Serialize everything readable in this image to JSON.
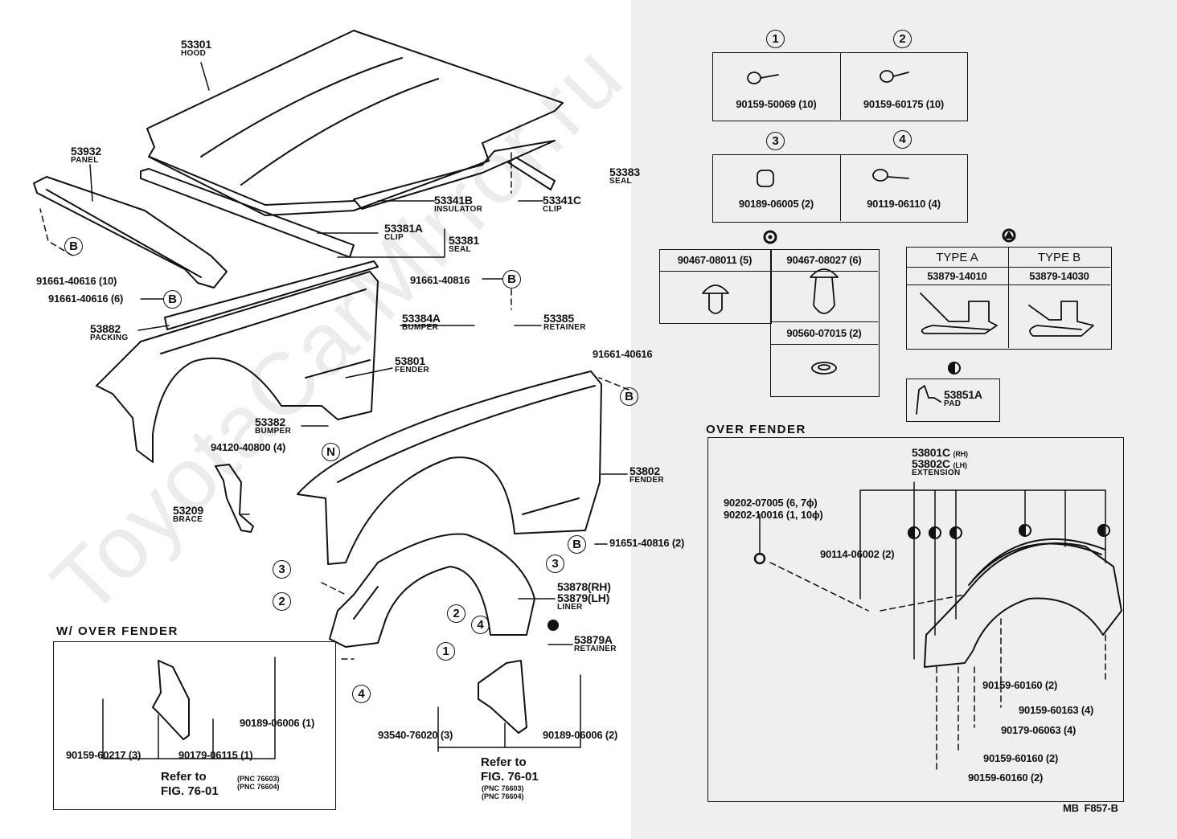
{
  "watermark": "ToyotaCarMirror.ru",
  "main": {
    "callouts": [
      {
        "part": "53301",
        "name": "HOOD"
      },
      {
        "part": "53932",
        "name": "PANEL"
      },
      {
        "part": "53341B",
        "name": "INSULATOR"
      },
      {
        "part": "53341C",
        "name": "CLIP"
      },
      {
        "part": "53383",
        "name": "SEAL"
      },
      {
        "part": "53381A",
        "name": "CLIP"
      },
      {
        "part": "53381",
        "name": "SEAL"
      },
      {
        "part": "53384A",
        "name": "BUMPER"
      },
      {
        "part": "53385",
        "name": "RETAINER"
      },
      {
        "part": "53882",
        "name": "PACKING"
      },
      {
        "part": "53801",
        "name": "FENDER"
      },
      {
        "part": "53382",
        "name": "BUMPER"
      },
      {
        "part": "53802",
        "name": "FENDER"
      },
      {
        "part": "53209",
        "name": "BRACE"
      },
      {
        "part": "53878(RH)",
        "part2": "53879(LH)",
        "name": "LINER"
      },
      {
        "part": "53879A",
        "name": "RETAINER"
      }
    ],
    "part_numbers": [
      "91661-40616 (10)",
      "91661-40616 (6)",
      "91661-40816",
      "91661-40616",
      "94120-40800 (4)",
      "91651-40816 (2)",
      "93540-76020 (3)",
      "90189-06006 (2)"
    ],
    "markers": [
      "B",
      "N",
      "1",
      "2",
      "3",
      "4"
    ],
    "refer": {
      "line1": "Refer to",
      "line2": "FIG. 76-01",
      "pnc1": "(PNC 76603)",
      "pnc2": "(PNC 76604)"
    }
  },
  "w_over_fender": {
    "title": "W/ OVER FENDER",
    "parts": [
      "90159-60217 (3)",
      "90179-06115 (1)",
      "90189-06006 (1)"
    ],
    "refer": {
      "line1": "Refer to",
      "line2": "FIG. 76-01",
      "pnc1": "(PNC 76603)",
      "pnc2": "(PNC 76604)"
    }
  },
  "fastener_boxes": {
    "screws": [
      {
        "marker": "1",
        "part": "90159-50069 (10)"
      },
      {
        "marker": "2",
        "part": "90159-60175 (10)"
      },
      {
        "marker": "3",
        "part": "90189-06005 (2)"
      },
      {
        "marker": "4",
        "part": "90119-06110 (4)"
      }
    ],
    "clips": {
      "marker_icon": "gear-circle-icon",
      "items": [
        "90467-08011 (5)",
        "90467-08027 (6)",
        "90560-07015 (2)"
      ]
    },
    "retainer_types": {
      "marker_icon": "triangle-circle-icon",
      "headers": [
        "TYPE A",
        "TYPE B"
      ],
      "parts": [
        "53879-14010",
        "53879-14030"
      ]
    },
    "pad": {
      "marker_icon": "half-circle-icon",
      "part": "53851A",
      "name": "PAD"
    }
  },
  "over_fender": {
    "title": "OVER FENDER",
    "extension": {
      "part1": "53801C",
      "side1": "(RH)",
      "part2": "53802C",
      "side2": "(LH)",
      "name": "EXTENSION"
    },
    "clips": [
      "90202-07005 (6, 7ϕ)",
      "90202-10016 (1, 10ϕ)"
    ],
    "screw": "90114-06002 (2)",
    "fasteners": [
      "90159-60160 (2)",
      "90159-60163 (4)",
      "90179-06063 (4)",
      "90159-60160 (2)",
      "90159-60160 (2)"
    ]
  },
  "footer": "MB  F857-B"
}
